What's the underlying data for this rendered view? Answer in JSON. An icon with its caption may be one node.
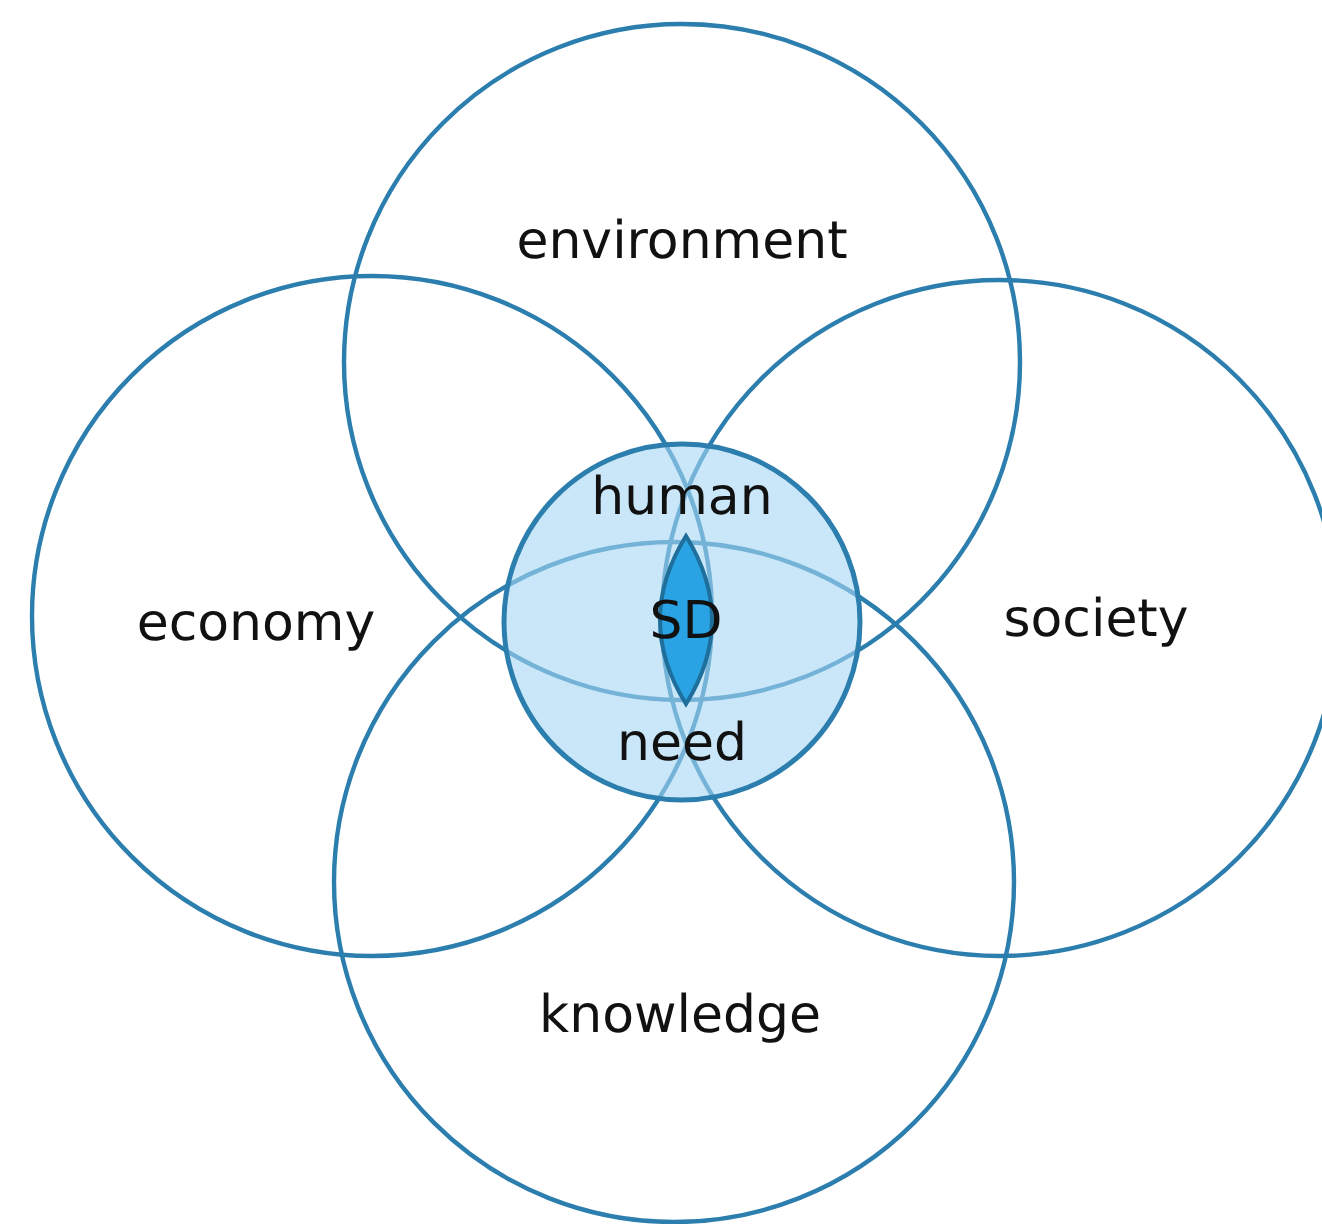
{
  "diagram": {
    "nodes": [
      {
        "text": [
          "environment"
        ]
      },
      {
        "text": [
          "economy"
        ]
      },
      {
        "text": [
          "society"
        ]
      },
      {
        "text": [
          "knowledge"
        ]
      },
      {
        "text": [
          "human",
          "need"
        ]
      },
      {
        "text": [
          "SD"
        ]
      }
    ]
  }
}
